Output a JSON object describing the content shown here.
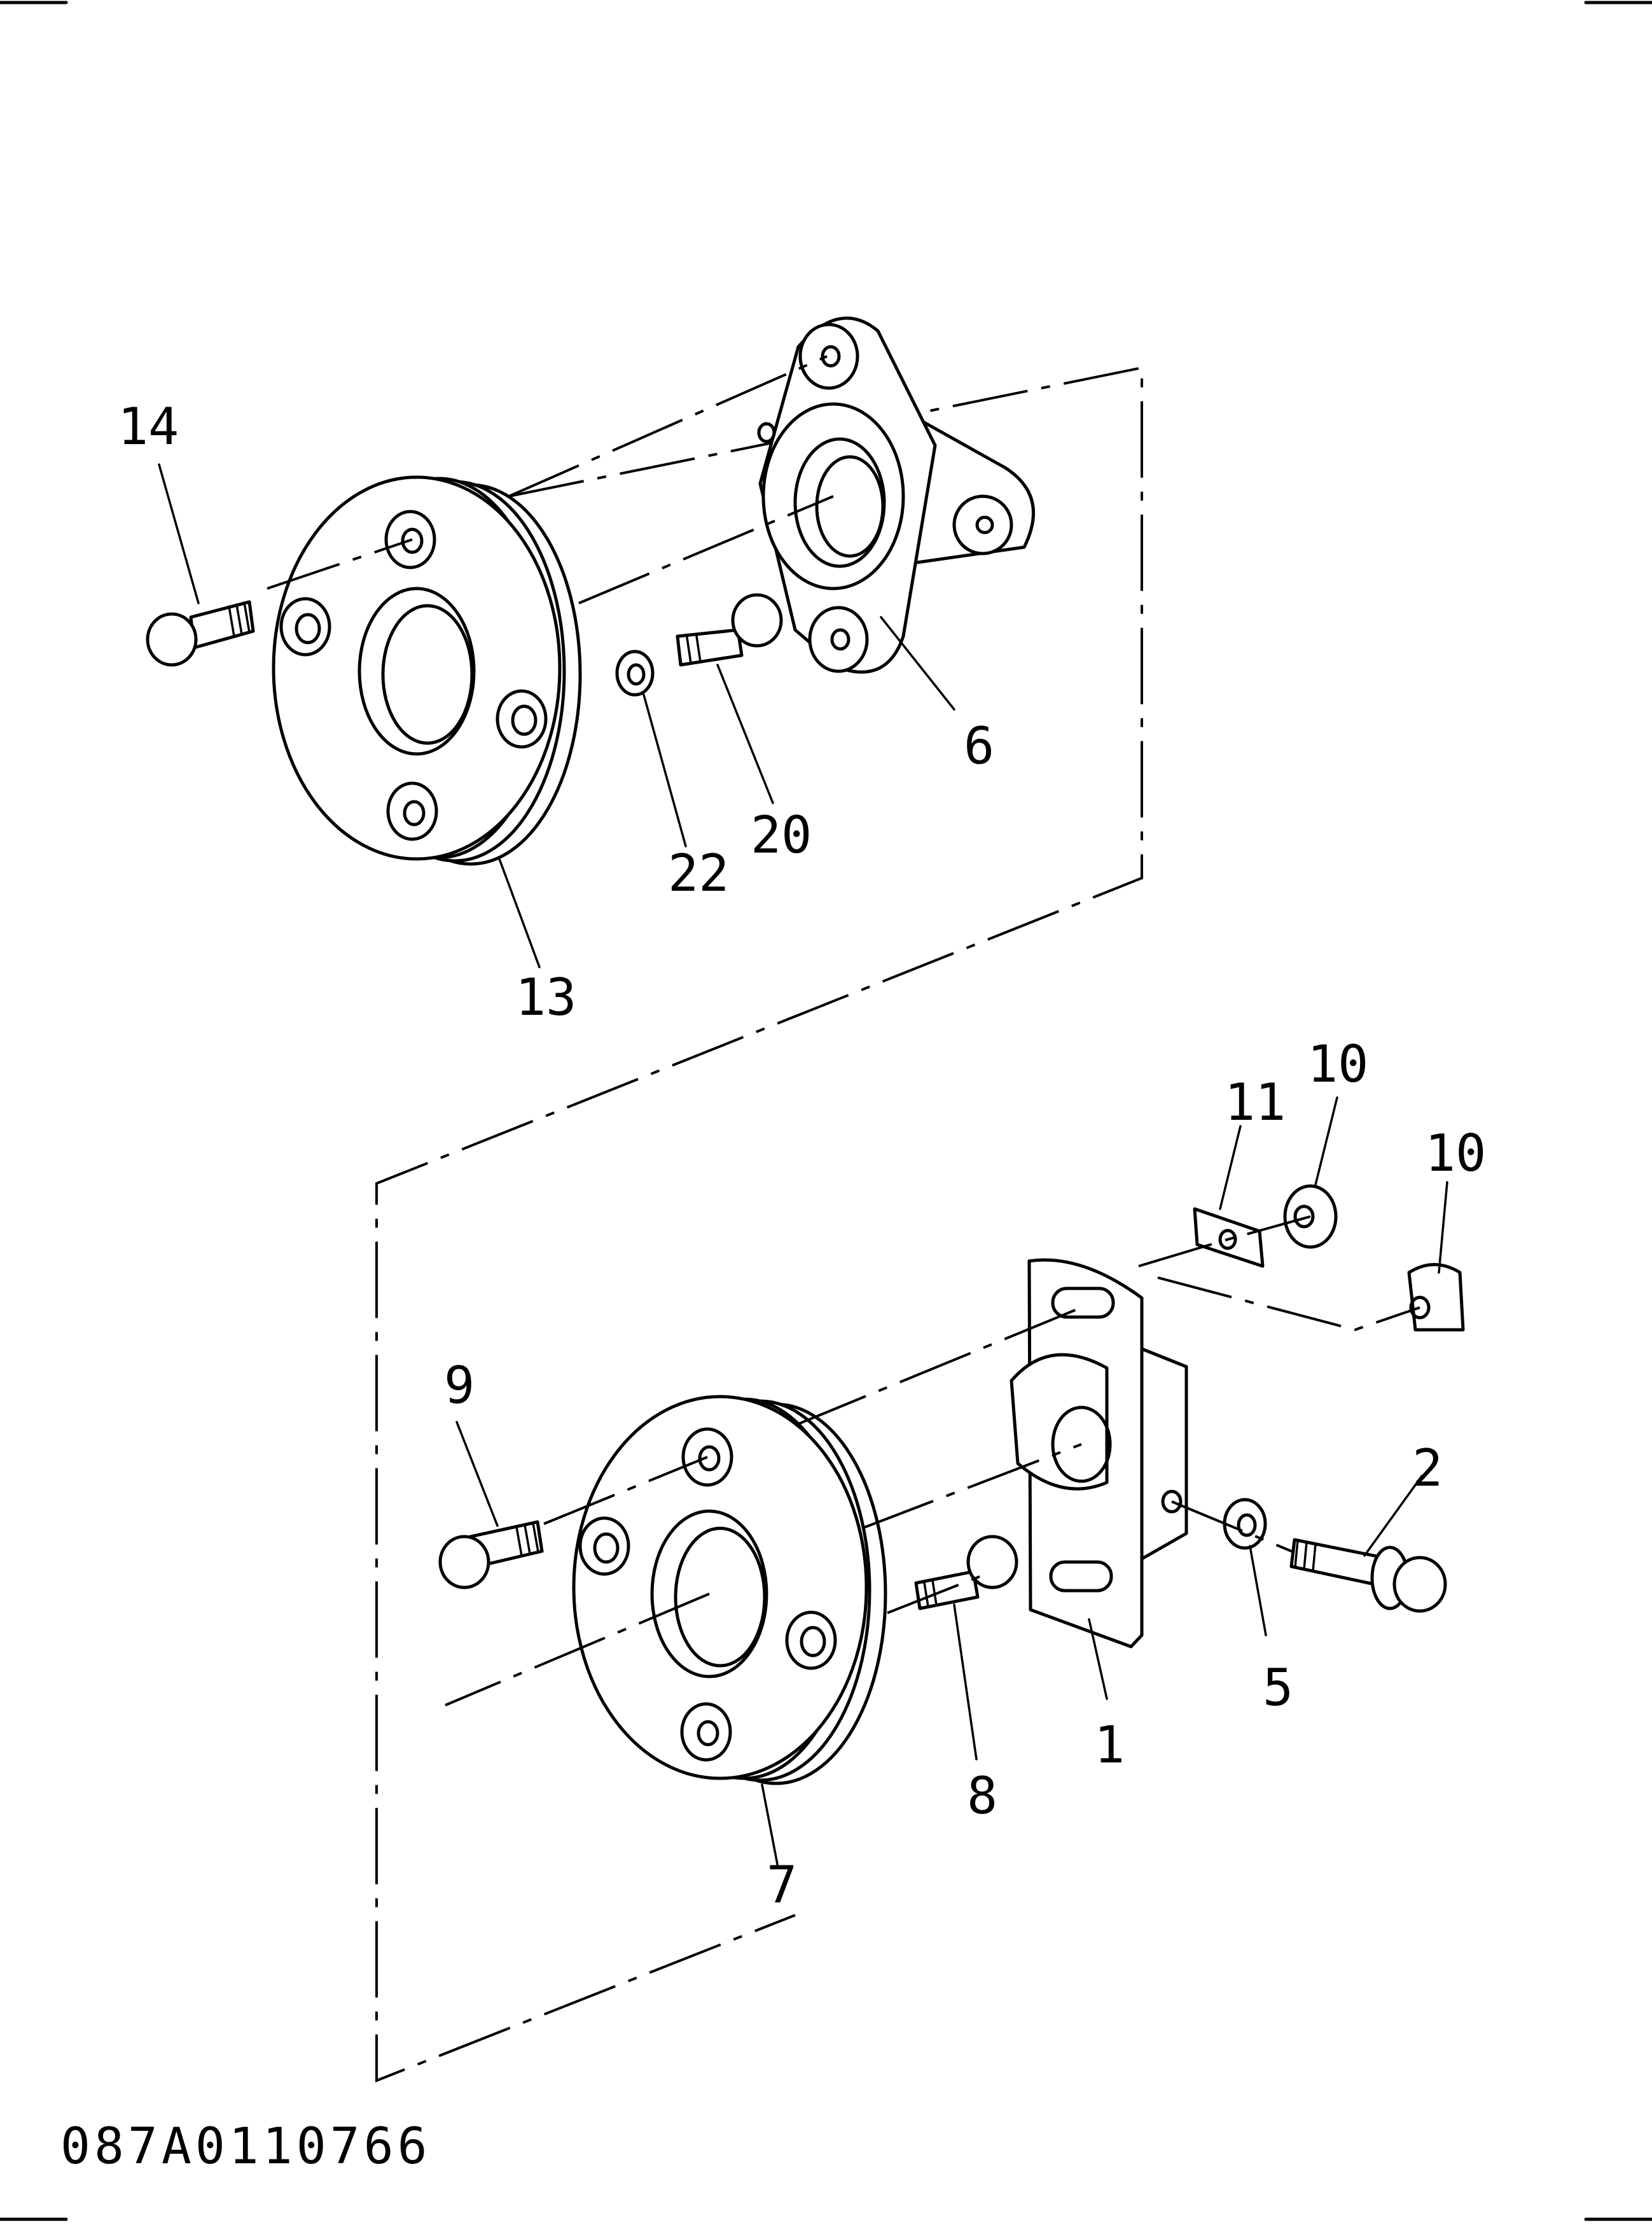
{
  "diagram": {
    "labels": {
      "p1": "1",
      "p2": "2",
      "p5": "5",
      "p6": "6",
      "p7": "7",
      "p8": "8",
      "p9": "9",
      "p10a": "10",
      "p10b": "10",
      "p11": "11",
      "p13": "13",
      "p14": "14",
      "p20": "20",
      "p22": "22"
    },
    "drawing_code": "087A0110766"
  }
}
